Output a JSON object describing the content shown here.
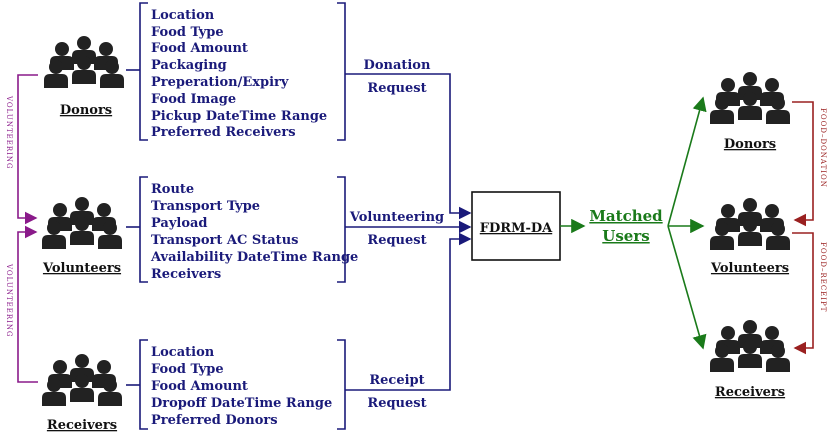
{
  "left_groups": {
    "donors": "Donors",
    "volunteers": "Volunteers",
    "receivers": "Receivers"
  },
  "donor_fields": [
    "Location",
    "Food Type",
    "Food Amount",
    "Packaging",
    "Preperation/Expiry",
    "Food Image",
    "Pickup DateTime Range",
    "Preferred Receivers"
  ],
  "volunteer_fields": [
    "Route",
    "Transport Type",
    "Payload",
    "Transport AC Status",
    "Availability DateTime Range",
    "Receivers"
  ],
  "receiver_fields": [
    "Location",
    "Food Type",
    "Food Amount",
    "Dropoff DateTime Range",
    "Preferred Donors"
  ],
  "requests": {
    "donation": {
      "top": "Donation",
      "bottom": "Request"
    },
    "volunteering": {
      "top": "Volunteering",
      "bottom": "Request"
    },
    "receipt": {
      "top": "Receipt",
      "bottom": "Request"
    }
  },
  "center_box": "FDRM-DA",
  "matched": {
    "line1": "Matched",
    "line2": "Users"
  },
  "right_groups": {
    "donors": "Donors",
    "volunteers": "Volunteers",
    "receivers": "Receivers"
  },
  "side_labels": {
    "volunteering_top": "VOLUNTEERING",
    "volunteering_bottom": "VOLUNTEERING",
    "food_donation": "FOOD–DONATION",
    "food_receipt": "FOOD–RECEIPT"
  },
  "colors": {
    "navy": "#1a1a7a",
    "purple": "#8a1a8a",
    "green": "#1a7a1a",
    "red": "#9a2020"
  }
}
